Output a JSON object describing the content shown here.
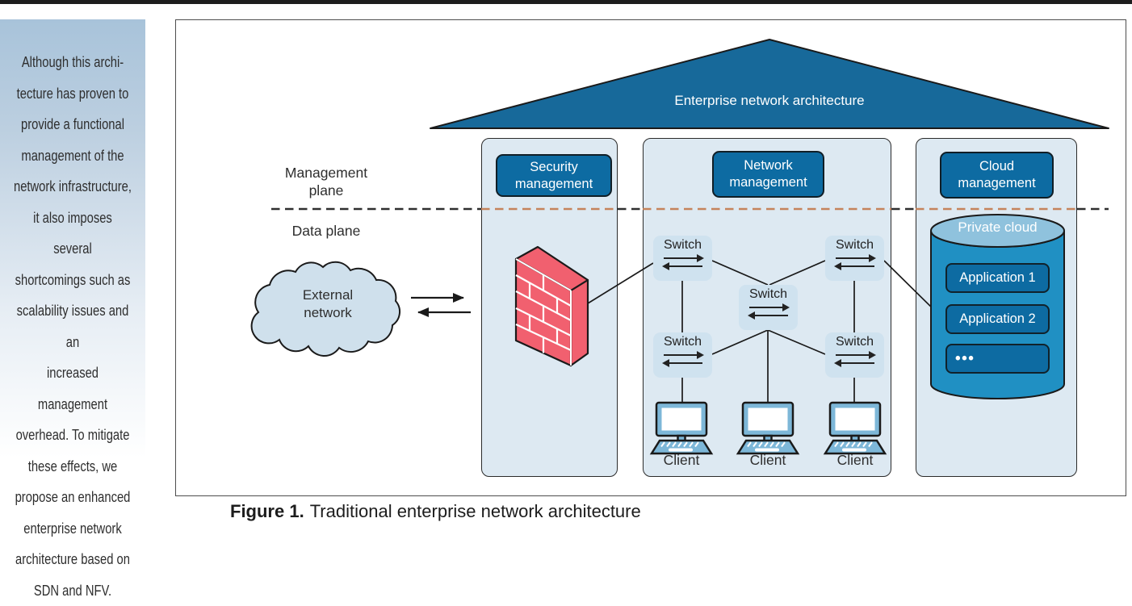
{
  "sidebar": {
    "quote": "Although this archi-\ntecture has proven to\nprovide a functional\nmanagement of the\nnetwork infrastructure,\nit also imposes several\nshortcomings such as\nscalability issues and an\nincreased management\noverhead. To mitigate\nthese effects, we\npropose an enhanced\nenterprise network\narchitecture based on\nSDN and NFV."
  },
  "diagram": {
    "roof_label": "Enterprise network architecture",
    "planes": {
      "management": "Management\nplane",
      "data": "Data plane"
    },
    "panels": {
      "security": {
        "title": "Security\nmanagement"
      },
      "network": {
        "title": "Network\nmanagement"
      },
      "cloud": {
        "title": "Cloud\nmanagement"
      }
    },
    "external_network": "External\nnetwork",
    "switch_label": "Switch",
    "client_label": "Client",
    "private_cloud": {
      "label": "Private cloud",
      "applications": [
        "Application 1",
        "Application 2",
        "•••"
      ]
    }
  },
  "caption": {
    "prefix": "Figure 1.",
    "text": "Traditional enterprise network architecture"
  },
  "colors": {
    "topbar": "#1d1d1d",
    "sidebar_top": "#a8c3da",
    "text": "#2e2e2e",
    "box_border": "#4d4d4d",
    "roof": "#17699a",
    "header_blue": "#0d6ba2",
    "panel_bg": "#dde9f2",
    "panel_border": "#2b2b2b",
    "switch_bg": "#cfe2ef",
    "cloud_bg": "#cfe0ec",
    "line": "#1a1a1a",
    "dash_orange": "#c5835c",
    "firewall_red": "#f1606f",
    "cyl_body": "#2090c3",
    "cyl_top": "#8fc2dd",
    "app_bg": "#0d6ba2",
    "client_blue": "#7db7d8",
    "caption_text": "#1c1c1c"
  }
}
